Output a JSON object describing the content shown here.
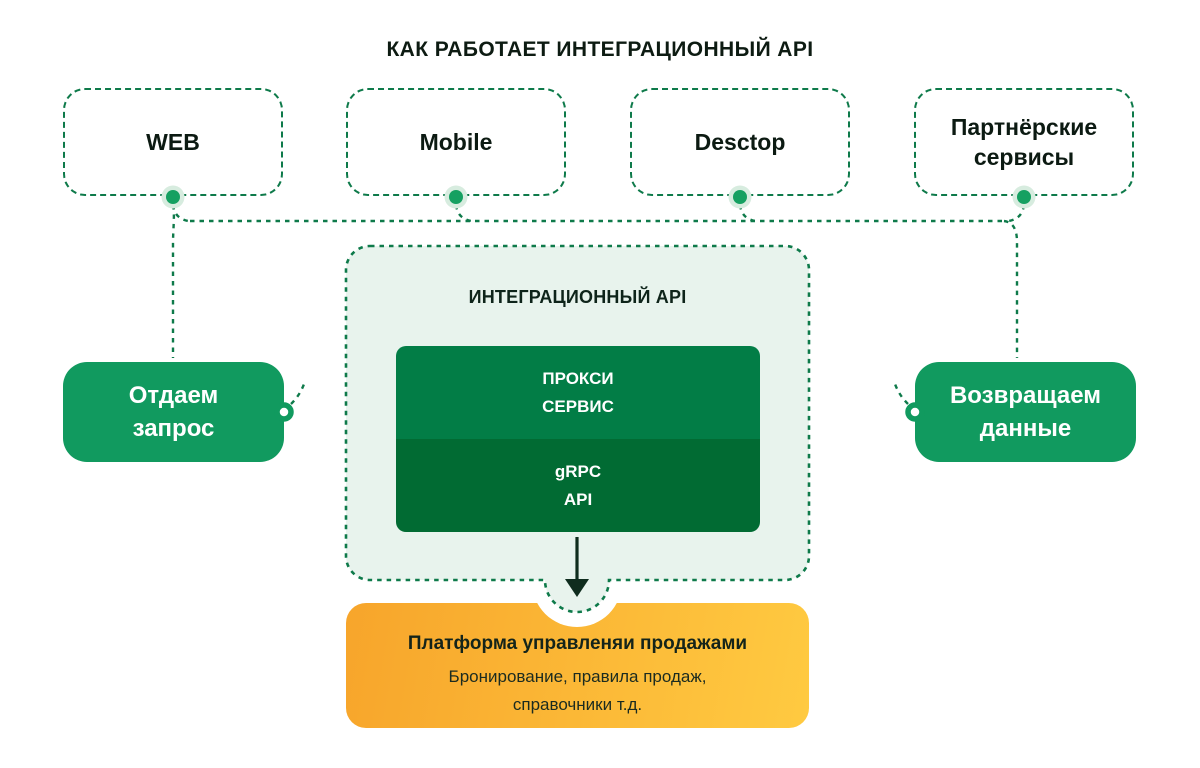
{
  "title": "КАК РАБОТАЕТ ИНТЕГРАЦИОННЫЙ API",
  "sources": [
    {
      "label": "WEB"
    },
    {
      "label": "Mobile"
    },
    {
      "label": "Desctop"
    },
    {
      "label": "Партнёрские\nсервисы"
    }
  ],
  "request_box": {
    "label": "Отдаем\nзапрос"
  },
  "response_box": {
    "label": "Возвращаем\nданные"
  },
  "api": {
    "title": "ИНТЕГРАЦИОННЫЙ API",
    "proxy_label": "ПРОКСИ\nСЕРВИС",
    "grpc_label": "gRPC\nAPI"
  },
  "platform": {
    "title": "Платформа управленяи продажами",
    "subtitle": "Бронирование, правила продаж,\nсправочники т.д."
  },
  "colors": {
    "dash": "#0e7a4a",
    "dot": "#15a061",
    "halo": "#d7ecdf",
    "green": "#119a5f",
    "green-dark-top": "#027d46",
    "green-dark-bottom": "#016b33",
    "mint": "#e8f3ed",
    "orange-from": "#f7a52b",
    "orange-to": "#ffca41",
    "ink": "#0d1b12",
    "ink-soft": "#1b2b20"
  }
}
